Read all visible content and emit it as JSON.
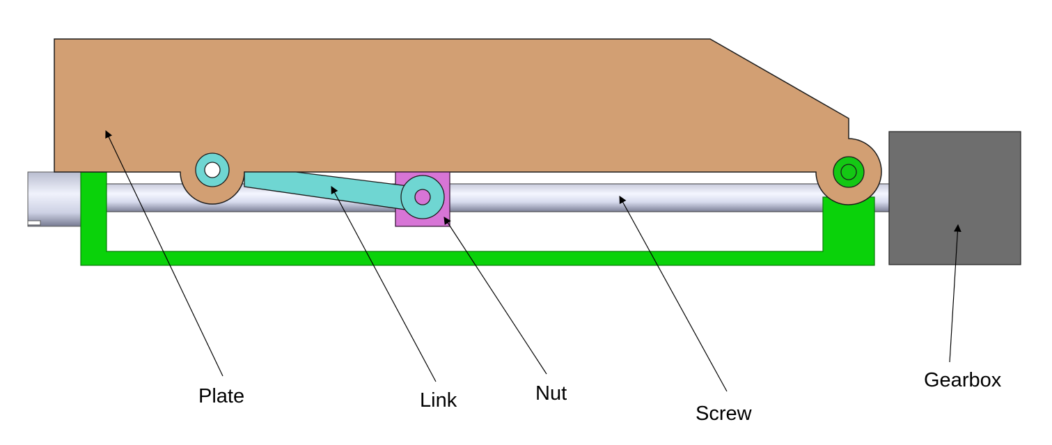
{
  "labels": {
    "plate": "Plate",
    "link": "Link",
    "nut": "Nut",
    "screw": "Screw",
    "gearbox": "Gearbox"
  },
  "colors": {
    "plate": "#d29f73",
    "plate_outline": "#1a1a1a",
    "frame": "#0ad20a",
    "link": "#6fd6d2",
    "nut": "#d775d6",
    "screw_light": "#e8ecff",
    "screw_dark": "#8a8ea8",
    "gearbox": "#6e6e6e",
    "pin_green": "#14c814"
  }
}
